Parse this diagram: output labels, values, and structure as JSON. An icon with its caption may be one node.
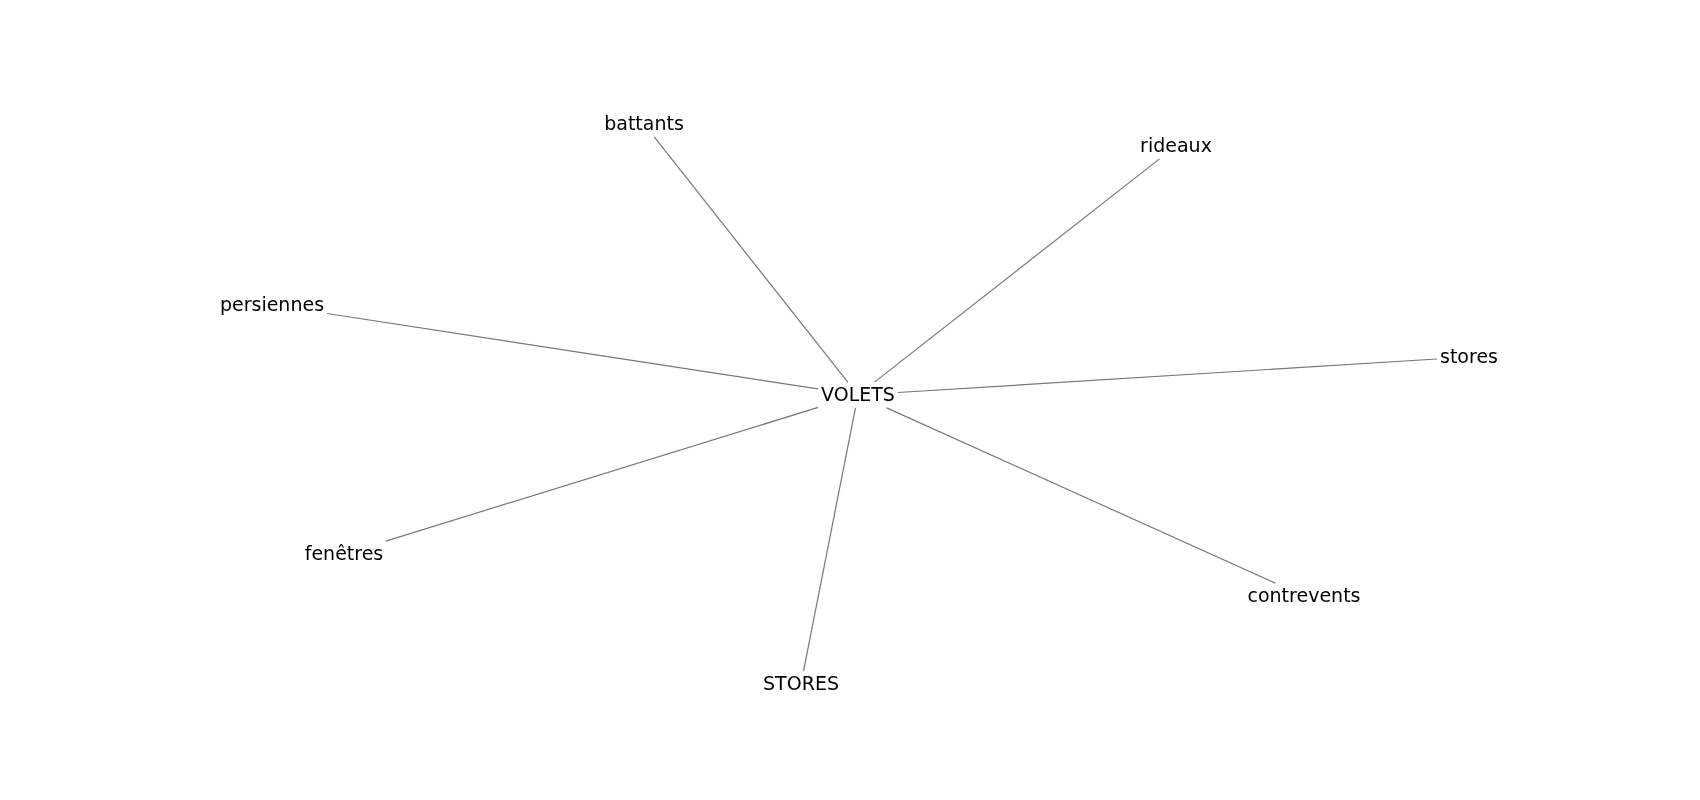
{
  "diagram": {
    "nodes": [
      {
        "text": [
          "battants"
        ]
      },
      {
        "text": [
          "rideaux"
        ]
      },
      {
        "text": [
          "persiennes"
        ]
      },
      {
        "text": [
          "stores"
        ]
      },
      {
        "text": [
          "VOLETS"
        ]
      },
      {
        "text": [
          "fenêtres"
        ]
      },
      {
        "text": [
          "contrevents"
        ]
      },
      {
        "text": [
          "STORES"
        ]
      }
    ],
    "edges": [
      {
        "from": 4,
        "to": 0,
        "arrow": "none"
      },
      {
        "from": 4,
        "to": 1,
        "arrow": "none"
      },
      {
        "from": 4,
        "to": 2,
        "arrow": "none"
      },
      {
        "from": 4,
        "to": 3,
        "arrow": "none"
      },
      {
        "from": 4,
        "to": 5,
        "arrow": "none"
      },
      {
        "from": 4,
        "to": 6,
        "arrow": "none"
      },
      {
        "from": 4,
        "to": 7,
        "arrow": "none"
      }
    ]
  }
}
